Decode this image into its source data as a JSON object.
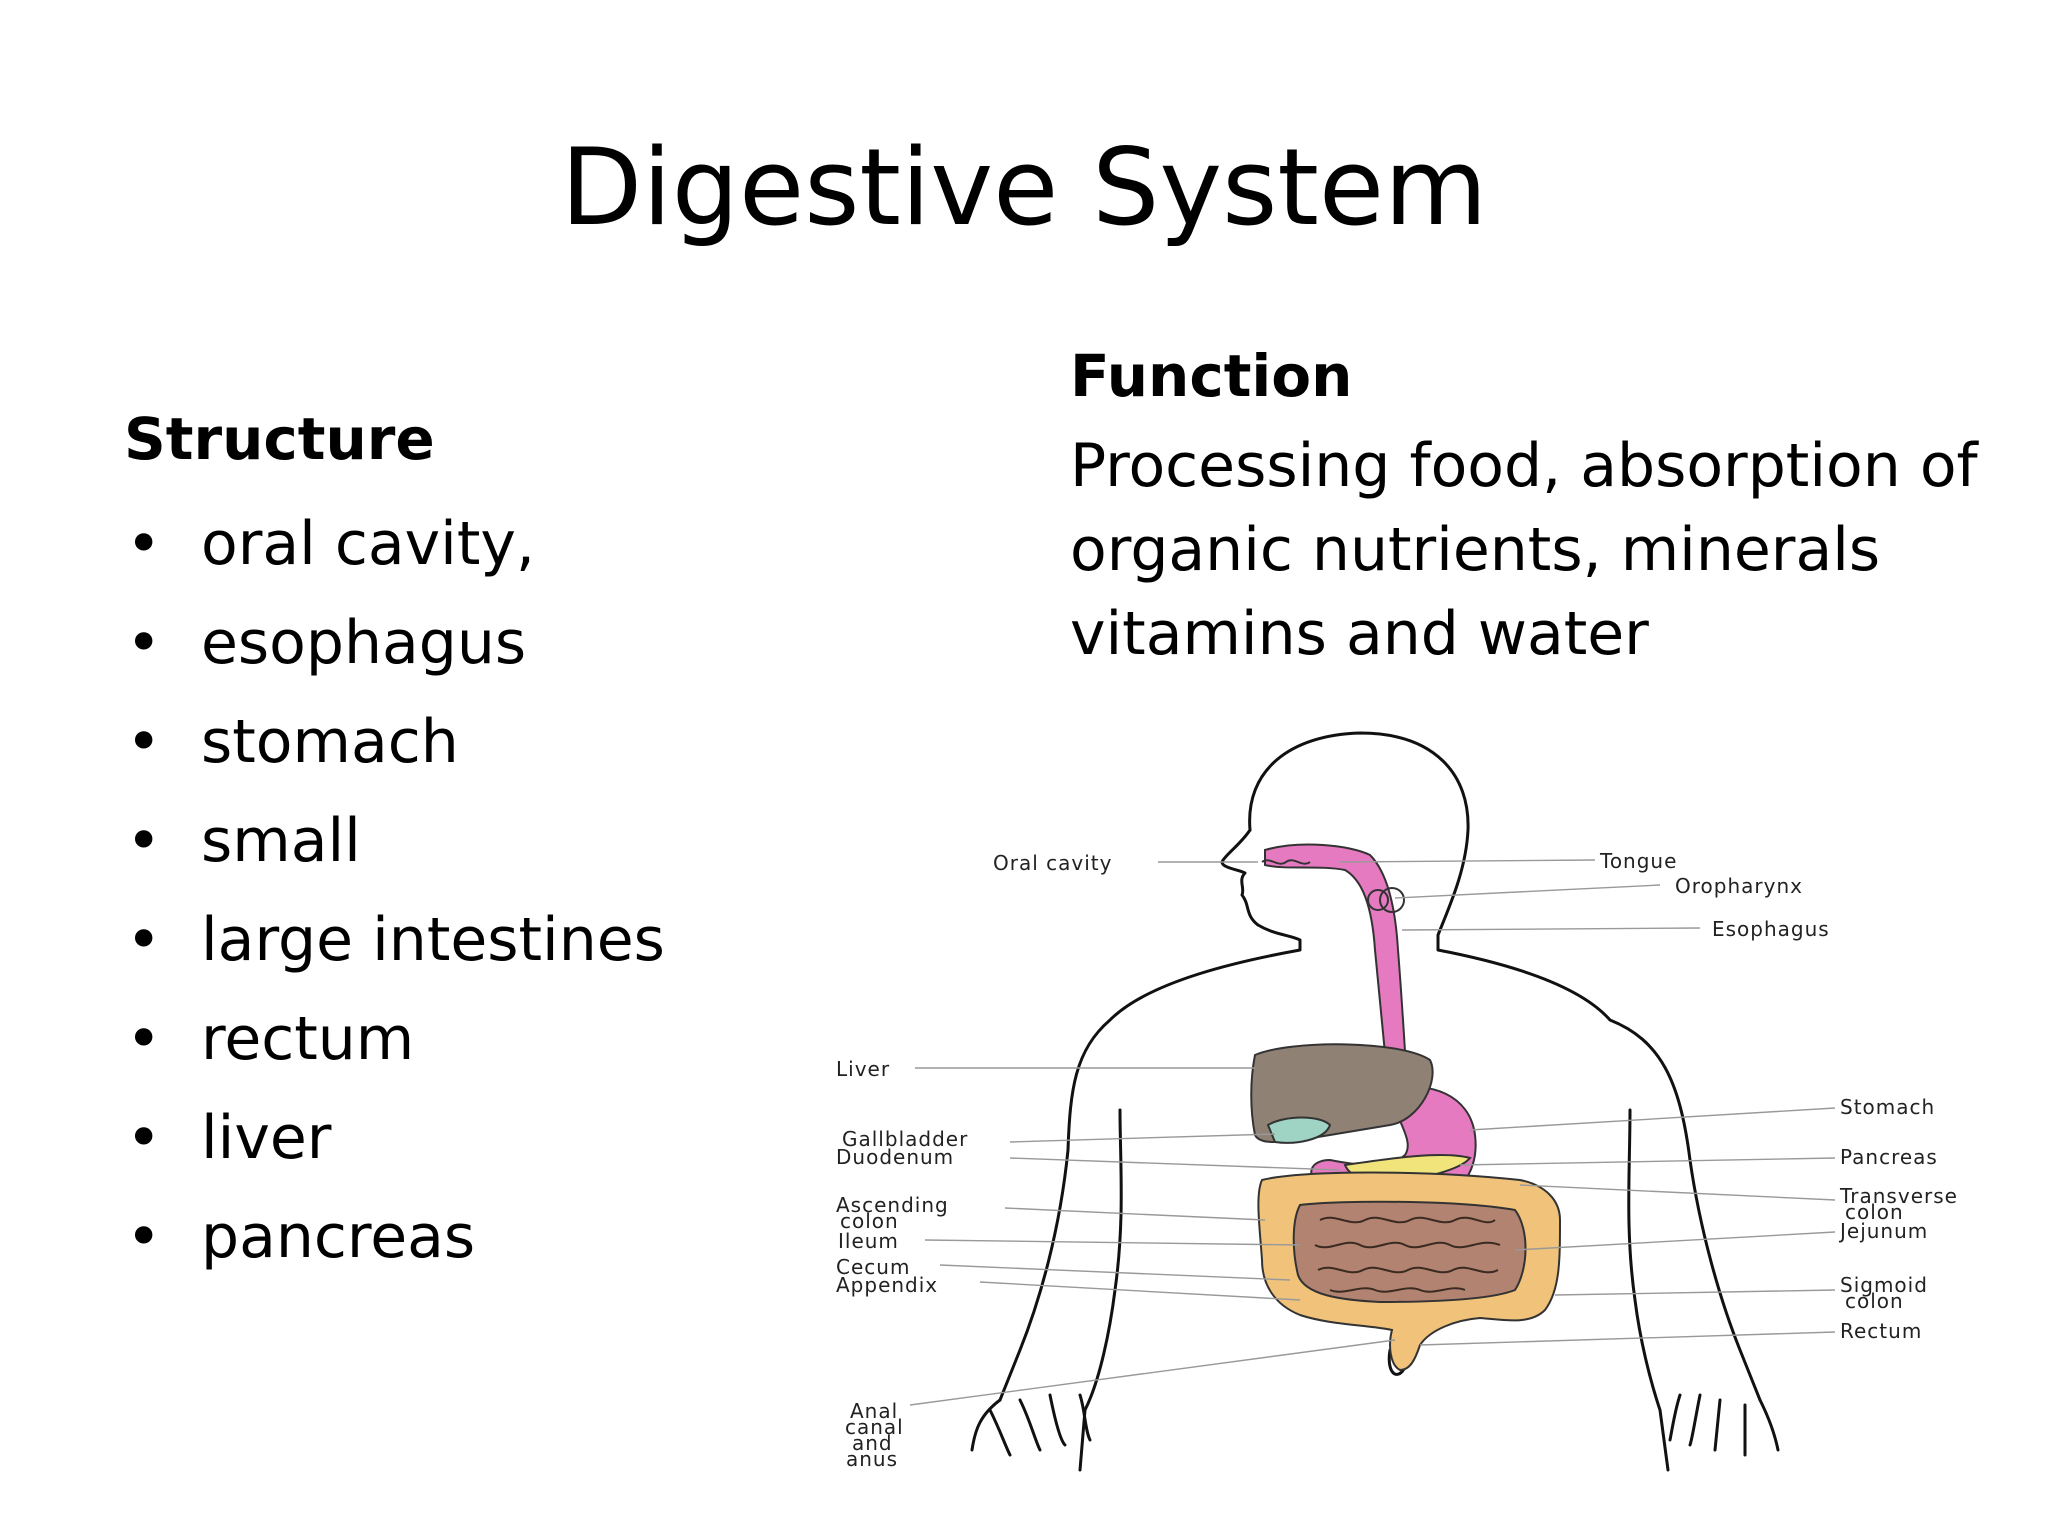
{
  "title": "Digestive System",
  "structure": {
    "heading": "Structure",
    "bullet_glyph": "•",
    "items": [
      "oral cavity,",
      "esophagus",
      "stomach",
      "small",
      "large intestines",
      "rectum",
      "liver",
      "pancreas"
    ]
  },
  "function": {
    "heading": "Function",
    "lines": [
      "Processing food, absorption of",
      "organic nutrients, minerals",
      "vitamins and water"
    ]
  },
  "diagram": {
    "labels_left": {
      "oral_cavity": "Oral cavity",
      "liver": "Liver",
      "gallbladder": "Gallbladder",
      "duodenum": "Duodenum",
      "ascending": "Ascending",
      "colon": "colon",
      "ileum": "Ileum",
      "cecum": "Cecum",
      "appendix": "Appendix",
      "anal": "Anal",
      "canal": "canal",
      "and": "and",
      "anus": "anus"
    },
    "labels_right": {
      "tongue": "Tongue",
      "oropharynx": "Oropharynx",
      "esophagus": "Esophagus",
      "stomach": "Stomach",
      "pancreas": "Pancreas",
      "transverse": "Transverse",
      "colon": "colon",
      "jejunum": "Jejunum",
      "sigmoid": "Sigmoid",
      "sigmoid_colon": "colon",
      "rectum": "Rectum"
    },
    "colors": {
      "esophagus_stomach": "#e57ac0",
      "liver": "#8f8275",
      "gallbladder": "#9fd4c4",
      "colon": "#f0c27a",
      "small_intestine": "#b18370",
      "pancreas": "#f0e47a"
    }
  }
}
